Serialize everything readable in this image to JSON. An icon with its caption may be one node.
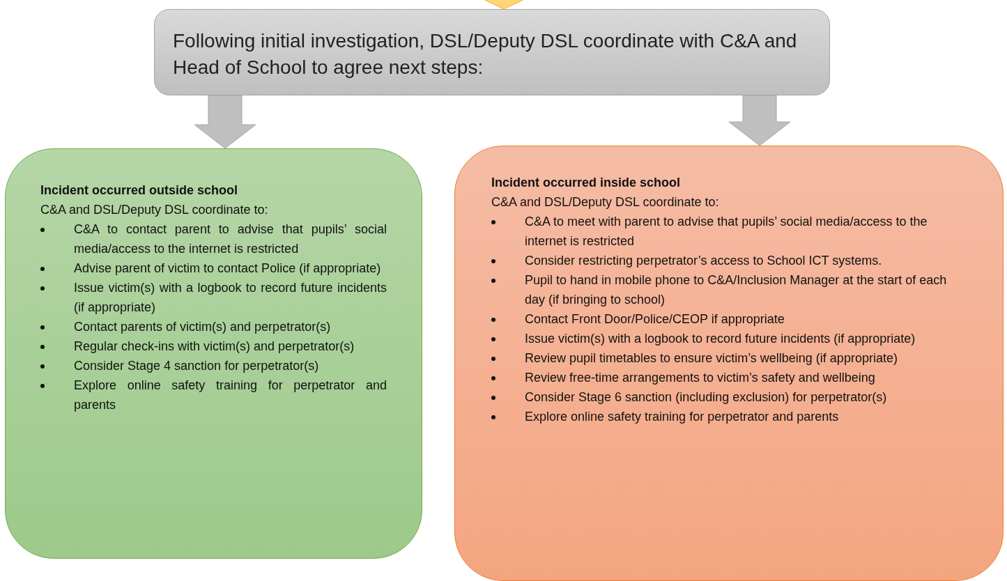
{
  "diagram": {
    "nodes": [
      {
        "text": [
          "Following initial investigation, DSL/Deputy DSL coordinate with C&A and Head of School to agree next steps:"
        ]
      },
      {
        "text": [
          "Incident occurred outside school",
          "C&A and DSL/Deputy DSL coordinate to:",
          "C&A to contact parent to advise that pupils’ social media/access to the internet is restricted",
          "Advise parent of victim to contact Police (if appropriate)",
          "Issue victim(s) with a logbook to record future incidents (if appropriate)",
          "Contact parents of victim(s) and perpetrator(s)",
          "Regular check-ins with victim(s) and perpetrator(s)",
          "Consider Stage 4 sanction for perpetrator(s)",
          "Explore online safety training for perpetrator and parents"
        ]
      },
      {
        "text": [
          "Incident occurred inside school",
          "C&A and DSL/Deputy DSL coordinate to:",
          "C&A to meet with parent to advise that pupils’ social media/access to the internet is restricted",
          "Consider restricting perpetrator’s access to School ICT systems.",
          "Pupil to hand in mobile phone to C&A/Inclusion Manager at the start of each day (if bringing to school)",
          "Contact Front Door/Police/CEOP if appropriate",
          "Issue victim(s) with a logbook to record future incidents (if appropriate)",
          "Review pupil timetables to ensure victim’s wellbeing (if appropriate)",
          "Review free-time arrangements to victim’s safety and wellbeing",
          "Consider Stage 6 sanction (including exclusion) for perpetrator(s)",
          "Explore online safety training for perpetrator and parents"
        ]
      }
    ],
    "edges": [
      {
        "from": null,
        "to": 0,
        "arrow": "to",
        "color": "#ffd47a"
      },
      {
        "from": 0,
        "to": 1,
        "arrow": "to"
      },
      {
        "from": 0,
        "to": 2,
        "arrow": "to"
      }
    ]
  }
}
